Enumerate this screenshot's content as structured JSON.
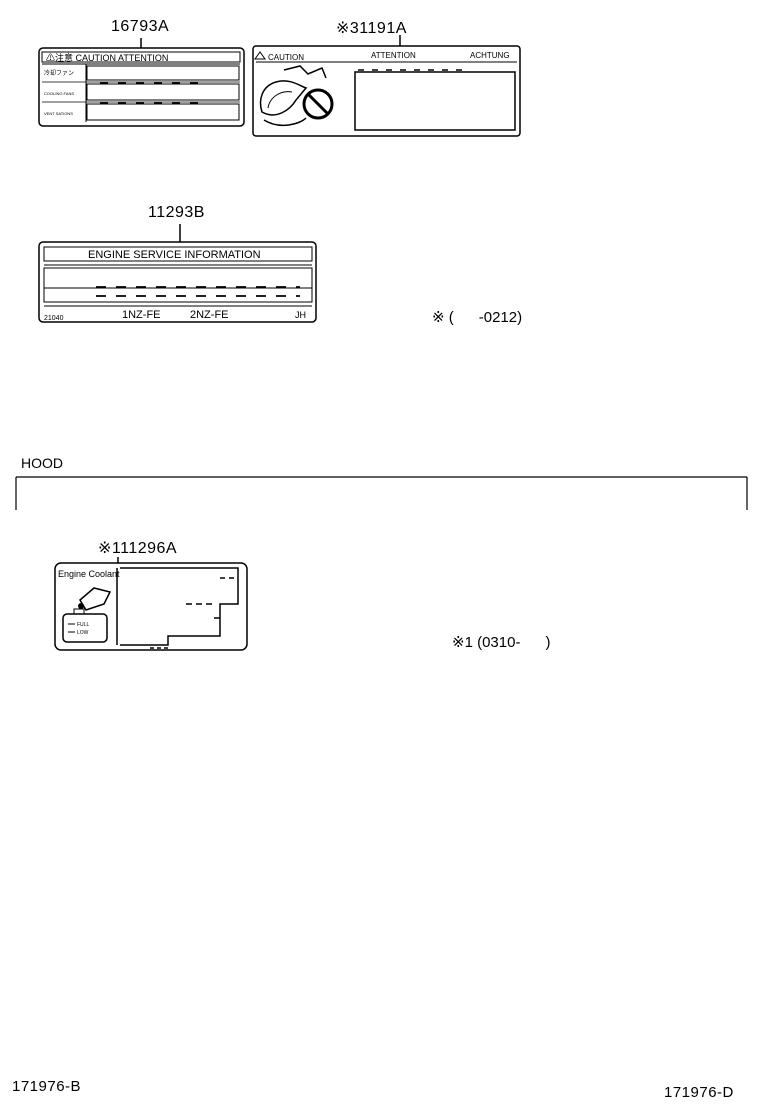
{
  "parts": {
    "p16793a": "16793A",
    "p31191a": "※31191A",
    "p11293b": "11293B",
    "p111296a": "※111296A"
  },
  "label_16793a": {
    "header": "⚠注意  CAUTION  ATTENTION",
    "row1": "冷却ファン",
    "row2": "COOLING FANS",
    "row3": "VENT SATIONS"
  },
  "label_31191a": {
    "caution": "CAUTION",
    "attention": "ATTENTION",
    "achtung": "ACHTUNG"
  },
  "label_11293b": {
    "title": "ENGINE SERVICE INFORMATION",
    "code": "21040",
    "engine1": "1NZ-FE",
    "engine2": "2NZ-FE",
    "region": "JH"
  },
  "label_111296a": {
    "title": "Engine Coolant",
    "full": "FULL",
    "low": "LOW"
  },
  "notes": {
    "note1": "※ (      -0212)",
    "note2": "※1 (0310-      )"
  },
  "section": {
    "hood": "HOOD"
  },
  "footer": {
    "left_code": "171976-B",
    "right_code": "171976-D"
  }
}
